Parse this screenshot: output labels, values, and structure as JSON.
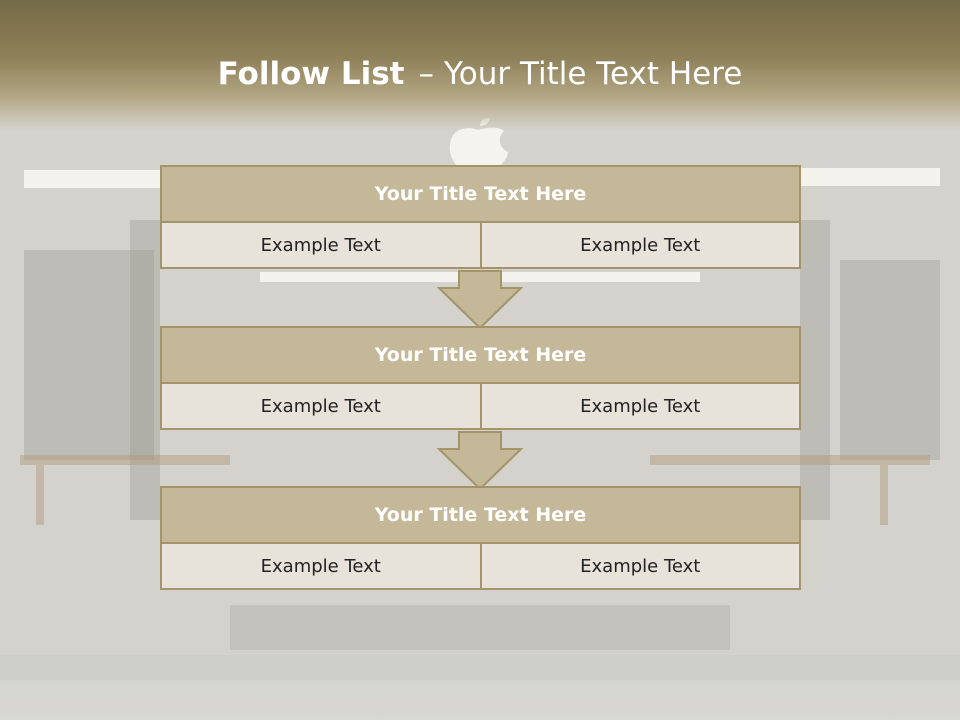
{
  "slide": {
    "title_bold": "Follow List",
    "title_separator": "–",
    "title_rest": "Your Title Text Here"
  },
  "steps": [
    {
      "heading": "Your Title Text Here",
      "cells": [
        "Example Text",
        "Example Text"
      ]
    },
    {
      "heading": "Your Title Text Here",
      "cells": [
        "Example Text",
        "Example Text"
      ]
    },
    {
      "heading": "Your Title Text Here",
      "cells": [
        "Example Text",
        "Example Text"
      ]
    }
  ],
  "colors": {
    "header_band": "#8f8159",
    "step_heading_fill": "#c5b898",
    "step_border": "#a4946a",
    "cell_fill": "#e8e3da",
    "arrow_fill": "#c5b898"
  },
  "icons": {
    "background_logo": "apple-logo-icon",
    "connector": "down-arrow-icon"
  }
}
